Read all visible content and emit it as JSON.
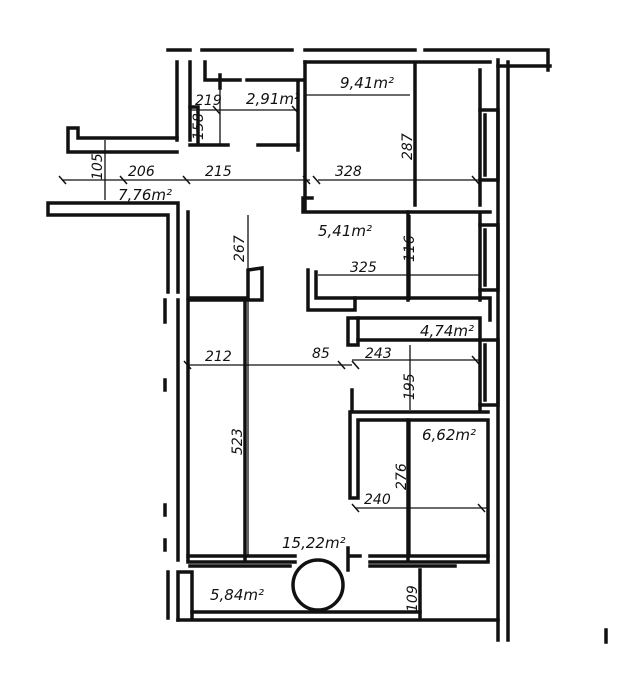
{
  "colors": {
    "ink": "#111111",
    "paper": "#ffffff"
  },
  "areas": [
    {
      "id": "bath",
      "label": "2,91m²"
    },
    {
      "id": "room-top",
      "label": "9,41m²"
    },
    {
      "id": "corridor",
      "label": "7,76m²"
    },
    {
      "id": "room-mid",
      "label": "5,41m²"
    },
    {
      "id": "room-small",
      "label": "4,74m²"
    },
    {
      "id": "room-lower",
      "label": "6,62m²"
    },
    {
      "id": "main-hall",
      "label": "15,22m²"
    },
    {
      "id": "balcony",
      "label": "5,84m²"
    }
  ],
  "dimensions": [
    {
      "id": "d219",
      "label": "219"
    },
    {
      "id": "d158",
      "label": "158"
    },
    {
      "id": "d287",
      "label": "287"
    },
    {
      "id": "d105",
      "label": "105"
    },
    {
      "id": "d206",
      "label": "206"
    },
    {
      "id": "d215",
      "label": "215"
    },
    {
      "id": "d328",
      "label": "328"
    },
    {
      "id": "d267",
      "label": "267"
    },
    {
      "id": "d116",
      "label": "116"
    },
    {
      "id": "d325",
      "label": "325"
    },
    {
      "id": "d212",
      "label": "212"
    },
    {
      "id": "d85",
      "label": "85"
    },
    {
      "id": "d243",
      "label": "243"
    },
    {
      "id": "d195",
      "label": "195"
    },
    {
      "id": "d523",
      "label": "523"
    },
    {
      "id": "d276",
      "label": "276"
    },
    {
      "id": "d240",
      "label": "240"
    },
    {
      "id": "d109",
      "label": "109"
    }
  ]
}
